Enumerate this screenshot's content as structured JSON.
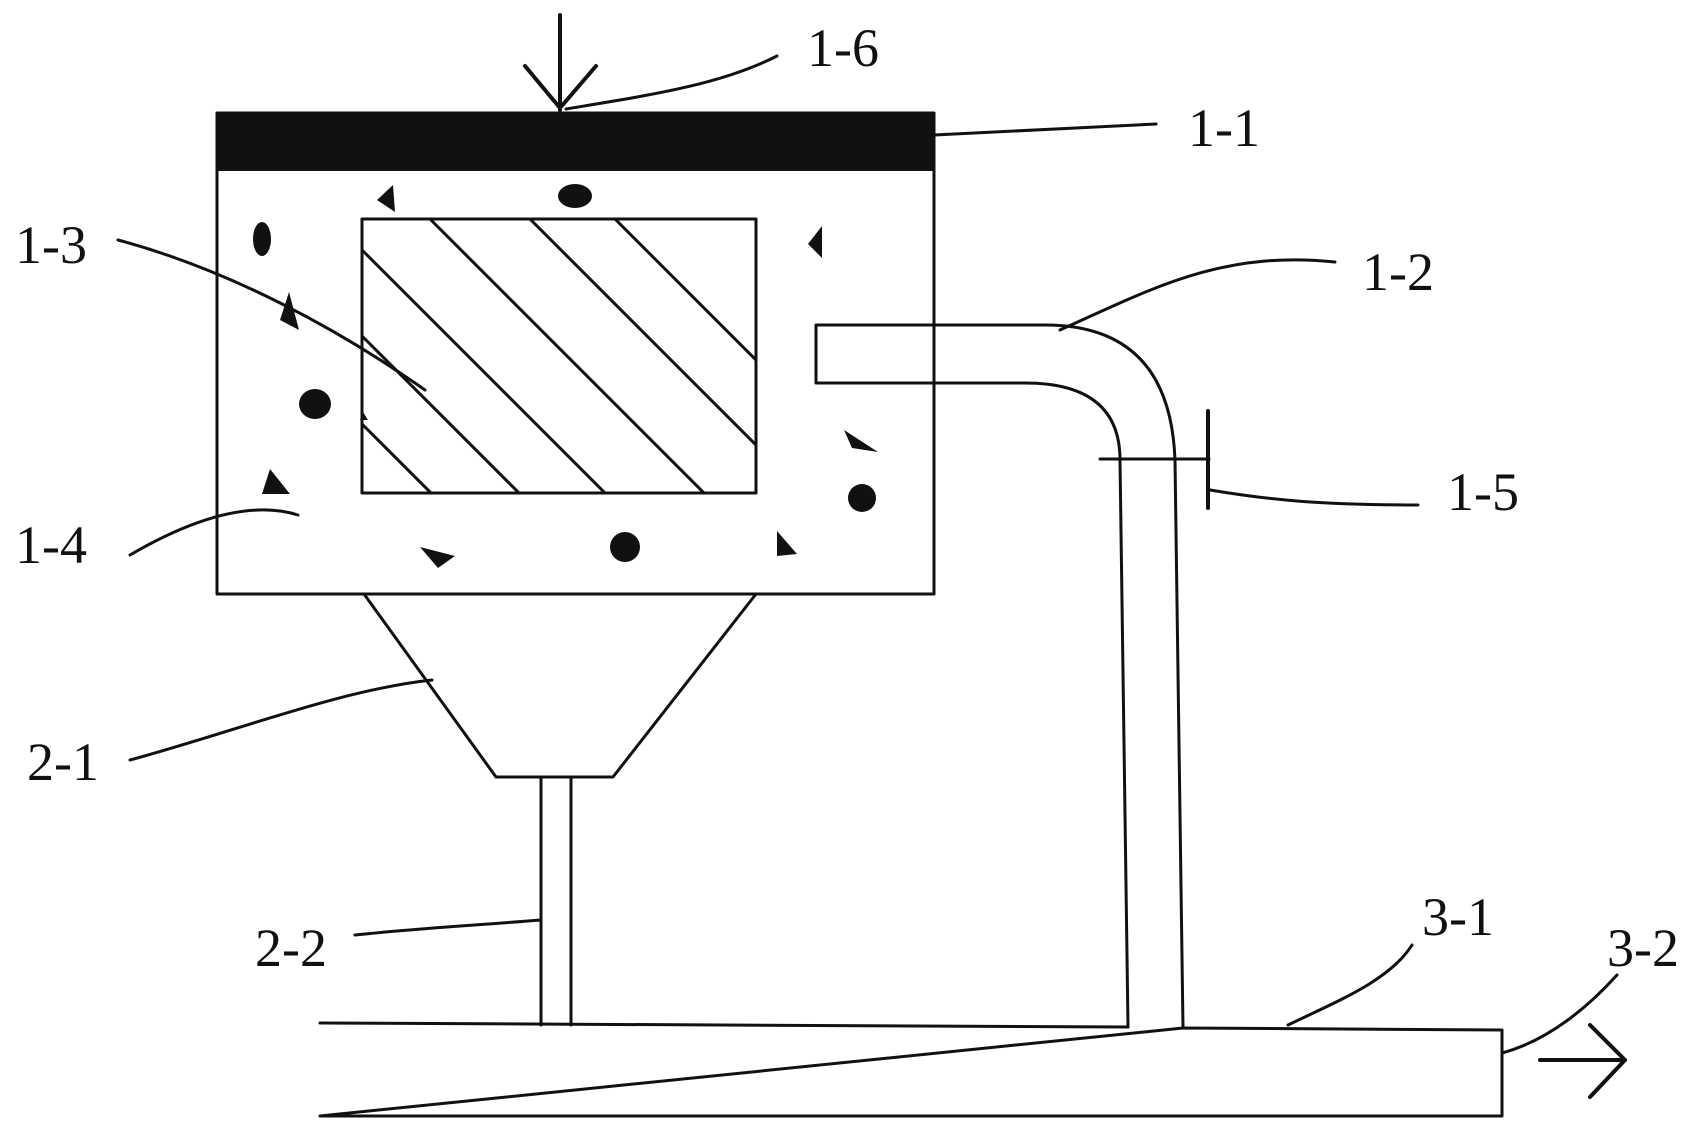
{
  "labels": {
    "l_1_1": "1-1",
    "l_1_2": "1-2",
    "l_1_3": "1-3",
    "l_1_4": "1-4",
    "l_1_5": "1-5",
    "l_1_6": "1-6",
    "l_2_1": "2-1",
    "l_2_2": "2-2",
    "l_3_1": "3-1",
    "l_3_2": "3-2"
  },
  "colors": {
    "ink": "#111111",
    "background": "#ffffff"
  }
}
